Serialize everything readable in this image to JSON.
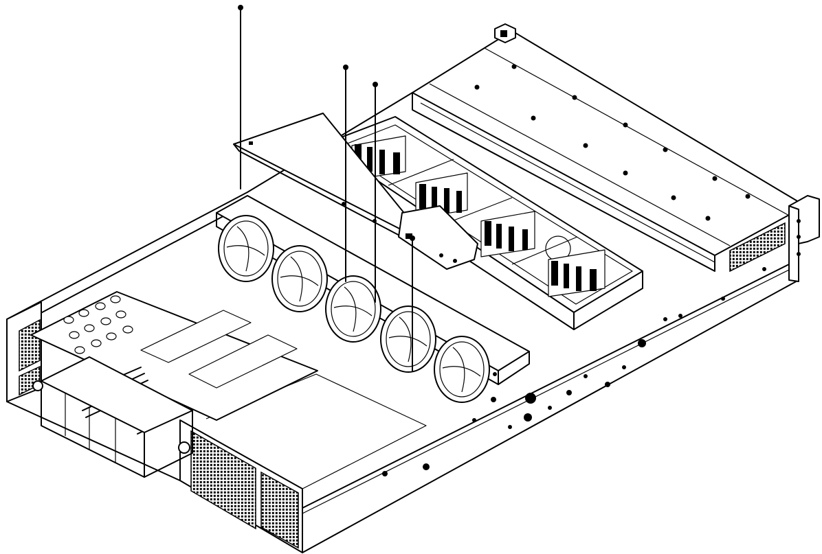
{
  "diagram": {
    "background": "#ffffff",
    "line_color": "#000000",
    "fan_count": 5,
    "screw_count": 4,
    "blower_count": 4
  }
}
